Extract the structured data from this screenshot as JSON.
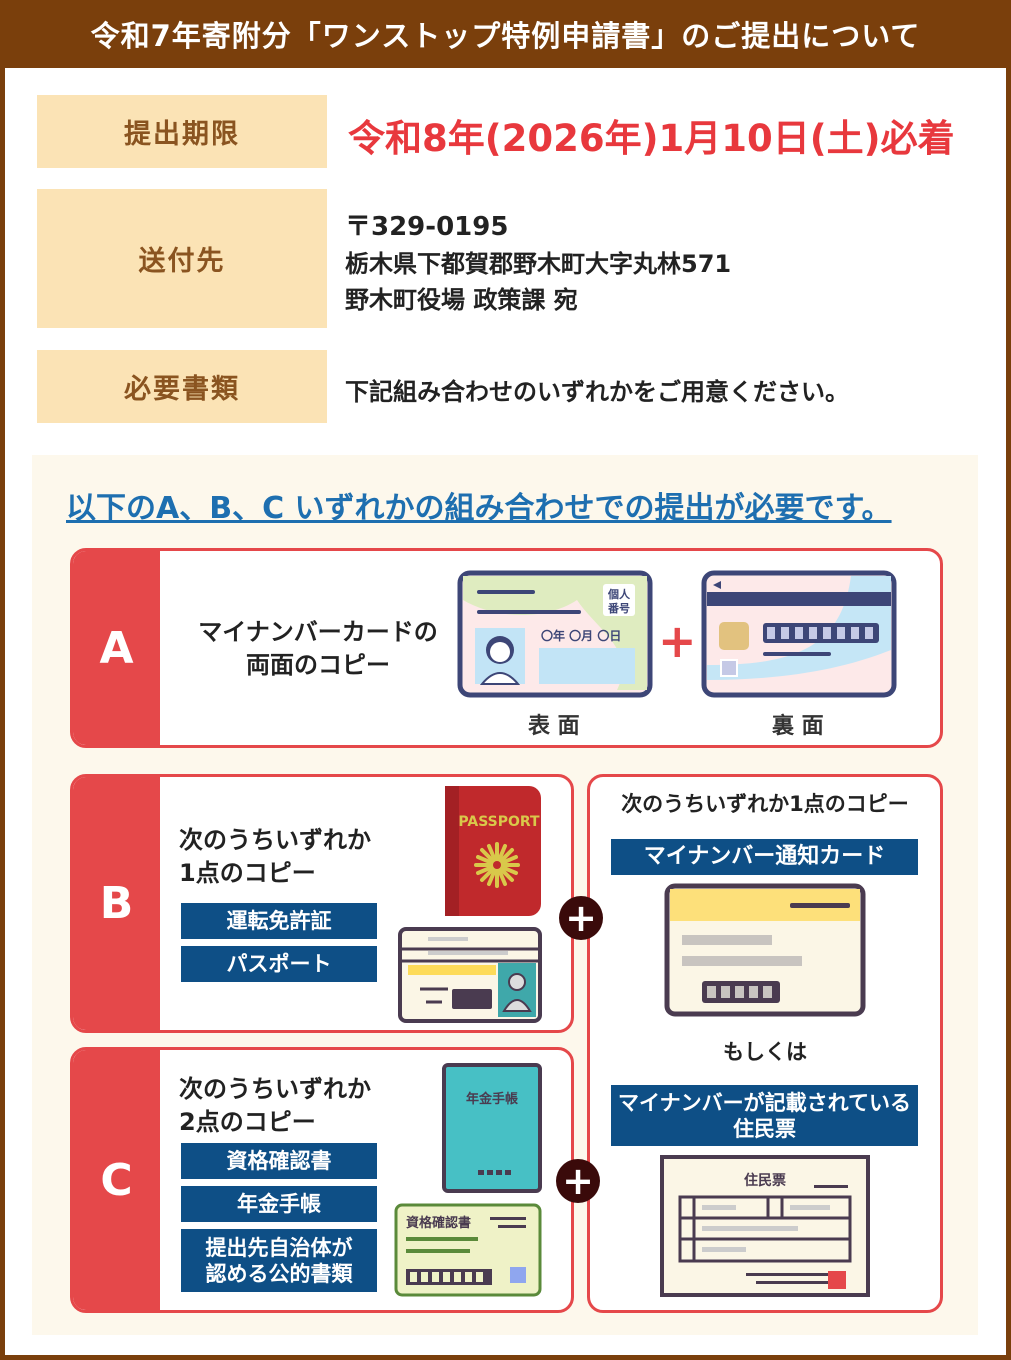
{
  "header": {
    "title": "令和7年寄附分「ワンストップ特例申請書」のご提出について"
  },
  "info": {
    "deadline_label": "提出期限",
    "deadline_value": "令和8年(2026年)1月10日(土)必着",
    "address_label": "送付先",
    "postal": "〒329-0195",
    "address": "栃木県下都賀郡野木町大字丸林571",
    "recipient": "野木町役場 政策課 宛",
    "docs_label": "必要書類",
    "docs_value": "下記組み合わせのいずれかをご用意ください。"
  },
  "section": {
    "heading": "以下のA、B、C いずれかの組み合わせでの提出が必要です。"
  },
  "option_a": {
    "letter": "A",
    "line1": "マイナンバーカードの",
    "line2": "両面のコピー",
    "card_badge_1": "個人",
    "card_badge_2": "番号",
    "card_date": "〇年 〇月 〇日",
    "front_caption": "表 面",
    "back_caption": "裏 面"
  },
  "option_b": {
    "letter": "B",
    "line1": "次のうちいずれか",
    "line2": "1点のコピー",
    "items": [
      "運転免許証",
      "パスポート"
    ],
    "passport_text": "PASSPORT"
  },
  "option_c": {
    "letter": "C",
    "line1": "次のうちいずれか",
    "line2": "2点のコピー",
    "items": [
      "資格確認書",
      "年金手帳",
      "提出先自治体が\n認める公的書類"
    ],
    "pension_text": "年金手帳",
    "cert_text": "資格確認書"
  },
  "right": {
    "title": "次のうちいずれか1点のコピー",
    "item1": "マイナンバー通知カード",
    "or": "もしくは",
    "item2": "マイナンバーが記載されている\n住民票",
    "juminhyo_text": "住民票"
  },
  "colors": {
    "brown": "#7a3f0c",
    "red": "#e5484a",
    "blue": "#0e4f86",
    "beige": "#fbe3b5"
  }
}
